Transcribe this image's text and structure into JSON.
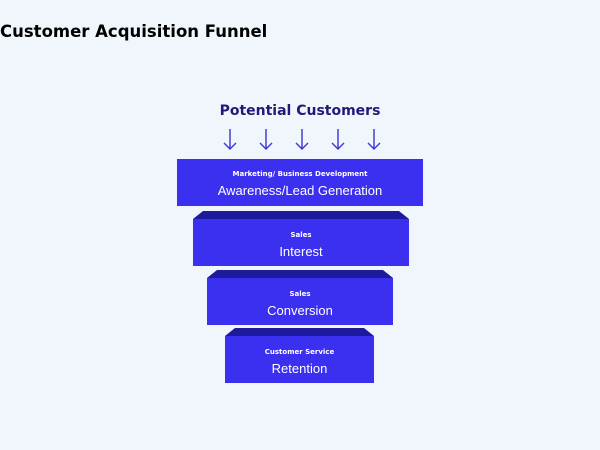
{
  "title": "Customer Acquisition Funnel",
  "funnel": {
    "header": "Potential Customers",
    "arrow_icon": "arrow-down-icon",
    "arrow_color": "#3b34d6",
    "stage_color": "#3b2ff0",
    "stage_shadow_color": "#1e1a9e",
    "stages": [
      {
        "department": "Marketing/ Business Development",
        "name": "Awareness/Lead Generation"
      },
      {
        "department": "Sales",
        "name": "Interest"
      },
      {
        "department": "Sales",
        "name": "Conversion"
      },
      {
        "department": "Customer Service",
        "name": "Retention"
      }
    ]
  }
}
